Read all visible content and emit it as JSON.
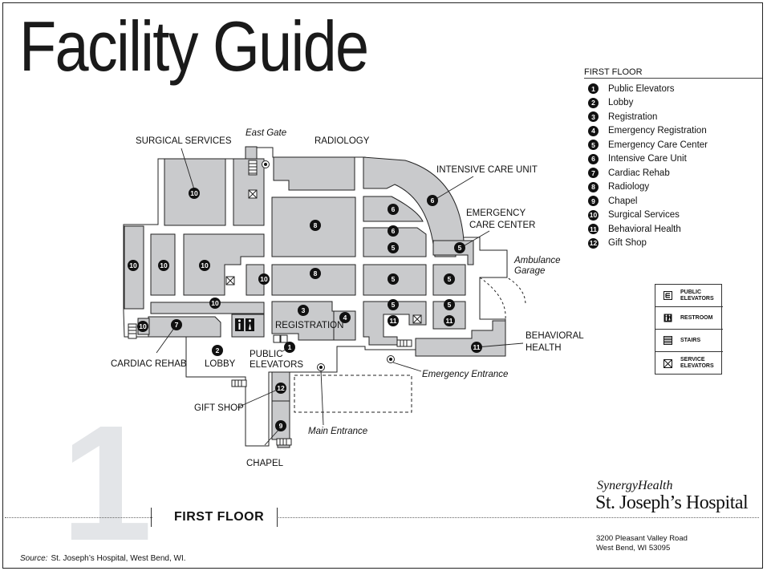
{
  "title": "Facility Guide",
  "legend": {
    "heading": "FIRST FLOOR",
    "items": [
      {
        "num": "1",
        "label": "Public Elevators"
      },
      {
        "num": "2",
        "label": "Lobby"
      },
      {
        "num": "3",
        "label": "Registration"
      },
      {
        "num": "4",
        "label": "Emergency Registration"
      },
      {
        "num": "5",
        "label": "Emergency Care Center"
      },
      {
        "num": "6",
        "label": "Intensive Care Unit"
      },
      {
        "num": "7",
        "label": "Cardiac Rehab"
      },
      {
        "num": "8",
        "label": "Radiology"
      },
      {
        "num": "9",
        "label": "Chapel"
      },
      {
        "num": "10",
        "label": "Surgical Services"
      },
      {
        "num": "11",
        "label": "Behavioral Health"
      },
      {
        "num": "12",
        "label": "Gift Shop"
      }
    ]
  },
  "key": {
    "public_elevators": [
      "PUBLIC",
      "ELEVATORS"
    ],
    "restroom": "RESTROOM",
    "stairs": "STAIRS",
    "service_elevators": [
      "SERVICE",
      "ELEVATORS"
    ]
  },
  "map": {
    "surgical_services": "SURGICAL SERVICES",
    "east_gate": "East Gate",
    "radiology": "RADIOLOGY",
    "intensive_care_unit": "INTENSIVE CARE UNIT",
    "emergency_care_center": [
      "EMERGENCY",
      "CARE CENTER"
    ],
    "ambulance_garage": [
      "Ambulance",
      "Garage"
    ],
    "behavioral_health": [
      "BEHAVIORAL",
      "HEALTH"
    ],
    "registration": "REGISTRATION",
    "public_elevators": [
      "PUBLIC",
      "ELEVATORS"
    ],
    "cardiac_rehab": "CARDIAC REHAB",
    "lobby": "LOBBY",
    "emergency_entrance": "Emergency Entrance",
    "gift_shop": "GIFT SHOP",
    "main_entrance": "Main Entrance",
    "chapel": "CHAPEL"
  },
  "big_number": "1",
  "floor_label": "FIRST FLOOR",
  "brand": {
    "line1": "SynergyHealth",
    "line2": "St. Joseph’s Hospital"
  },
  "address": {
    "line1": "3200 Pleasant Valley Road",
    "line2": "West Bend, WI  53095"
  },
  "source": {
    "prefix": "Source:",
    "text": "St. Joseph’s Hospital, West Bend, WI."
  }
}
